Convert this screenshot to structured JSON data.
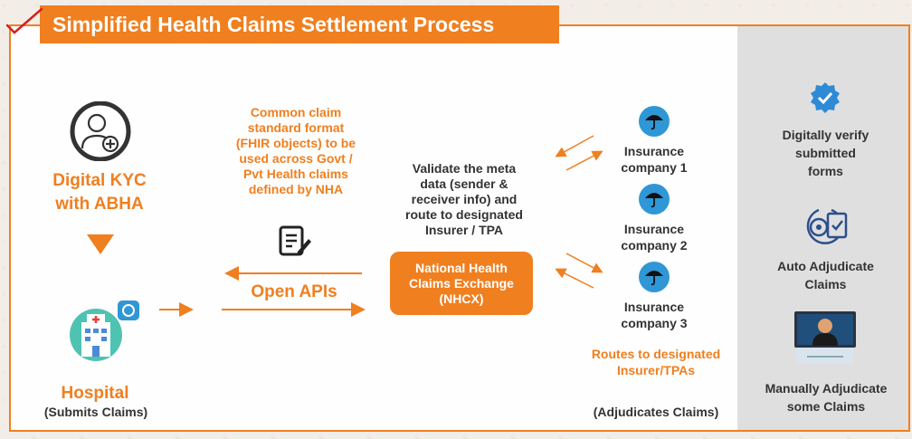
{
  "title": "Simplified Health Claims Settlement Process",
  "colors": {
    "accent": "#f07f1f",
    "panel": "#dfdfdf",
    "blue": "#2f97d6",
    "text": "#333333"
  },
  "kyc": {
    "line1": "Digital KYC",
    "line2": "with ABHA",
    "icon": "user-medical-icon"
  },
  "hospital": {
    "label": "Hospital",
    "sub": "(Submits Claims)",
    "icon": "hospital-building-icon"
  },
  "fhir_note": [
    "Common claim",
    "standard format",
    "(FHIR objects) to be",
    "used across Govt /",
    "Pvt Health claims",
    "defined by NHA"
  ],
  "api_label": "Open APIs",
  "validate_note": [
    "Validate the meta",
    "data (sender &",
    "receiver info) and",
    "route to designated",
    "Insurer / TPA"
  ],
  "nhcx": [
    "National Health",
    "Claims Exchange",
    "(NHCX)"
  ],
  "insurers": [
    {
      "line1": "Insurance",
      "line2": "company 1"
    },
    {
      "line1": "Insurance",
      "line2": "company 2"
    },
    {
      "line1": "Insurance",
      "line2": "company 3"
    }
  ],
  "routes_note": [
    "Routes to designated",
    "Insurer/TPAs"
  ],
  "adjudicates": "(Adjudicates Claims)",
  "side": {
    "verify": [
      "Digitally verify",
      "submitted",
      "forms"
    ],
    "auto": [
      "Auto Adjudicate",
      "Claims"
    ],
    "manual": [
      "Manually Adjudicate",
      "some Claims"
    ]
  }
}
